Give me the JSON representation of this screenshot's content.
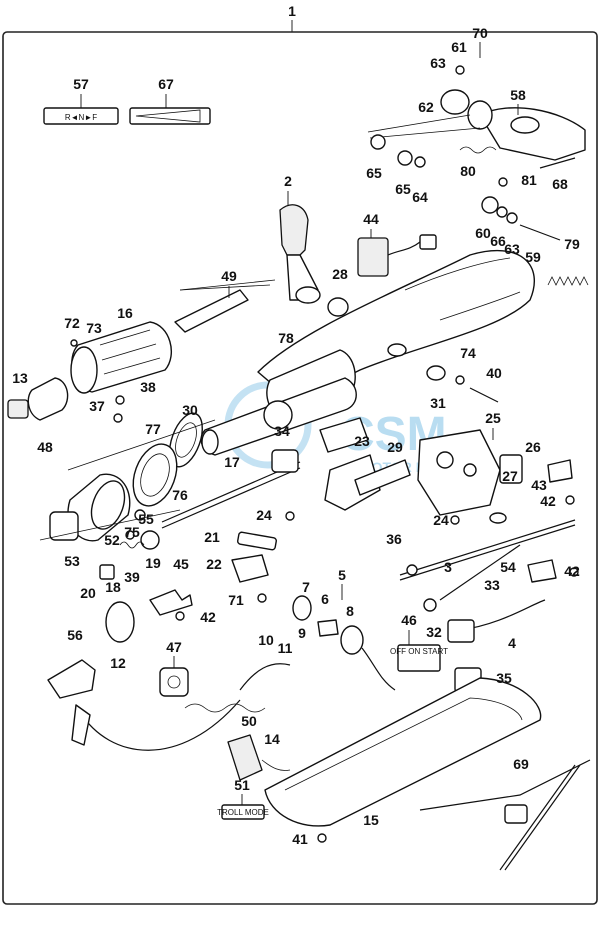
{
  "assembly_label": "1",
  "callouts": [
    "2",
    "3",
    "4",
    "5",
    "6",
    "7",
    "8",
    "9",
    "10",
    "11",
    "12",
    "13",
    "14",
    "15",
    "16",
    "17",
    "18",
    "19",
    "20",
    "21",
    "22",
    "23",
    "24",
    "24",
    "25",
    "26",
    "27",
    "28",
    "29",
    "30",
    "31",
    "32",
    "33",
    "34",
    "35",
    "36",
    "37",
    "38",
    "39",
    "40",
    "41",
    "42",
    "42",
    "42",
    "43",
    "44",
    "45",
    "46",
    "47",
    "48",
    "49",
    "50",
    "51",
    "52",
    "53",
    "54",
    "55",
    "56",
    "57",
    "58",
    "59",
    "60",
    "61",
    "62",
    "63",
    "63",
    "64",
    "65",
    "65",
    "66",
    "67",
    "68",
    "69",
    "70",
    "71",
    "72",
    "73",
    "74",
    "75",
    "76",
    "77",
    "78",
    "79",
    "80",
    "81"
  ],
  "decals": {
    "shift_label": "R◄N►F",
    "switch_label": "OFF ON START",
    "troll_label": "TROLL MODE"
  },
  "watermark": {
    "text": "MOTOR PARTS",
    "color": "#3aa0d8"
  }
}
